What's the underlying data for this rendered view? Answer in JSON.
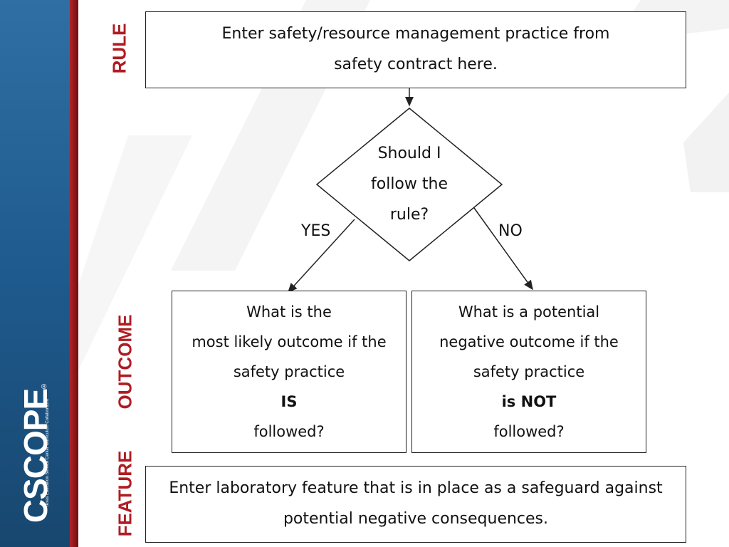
{
  "logo": {
    "brand": "CSCOPE",
    "registered": "®",
    "tagline": "Texas Education Service Center Curriculum Collaborative"
  },
  "labels": {
    "rule": "RULE",
    "outcome": "OUTCOME",
    "feature": "FEATURE"
  },
  "rule_box": {
    "line1": "Enter safety/resource management practice from",
    "line2": "safety contract here."
  },
  "decision": {
    "line1": "Should I",
    "line2": "follow the",
    "line3": "rule?"
  },
  "edges": {
    "yes": "YES",
    "no": "NO"
  },
  "yes_box": {
    "line1": "What is the",
    "line2": "most likely outcome if the",
    "line3": "safety practice",
    "line4": "IS",
    "line5": "followed?"
  },
  "no_box": {
    "line1": "What is a potential",
    "line2": "negative  outcome if the",
    "line3": "safety practice",
    "line4": "is NOT",
    "line5": "followed?"
  },
  "feature_box": {
    "line1": "Enter laboratory feature that is in place as a safeguard against",
    "line2": "potential negative consequences."
  },
  "colors": {
    "brand_blue": "#1f5a8e",
    "brand_red": "#b01c22",
    "line": "#222222"
  }
}
